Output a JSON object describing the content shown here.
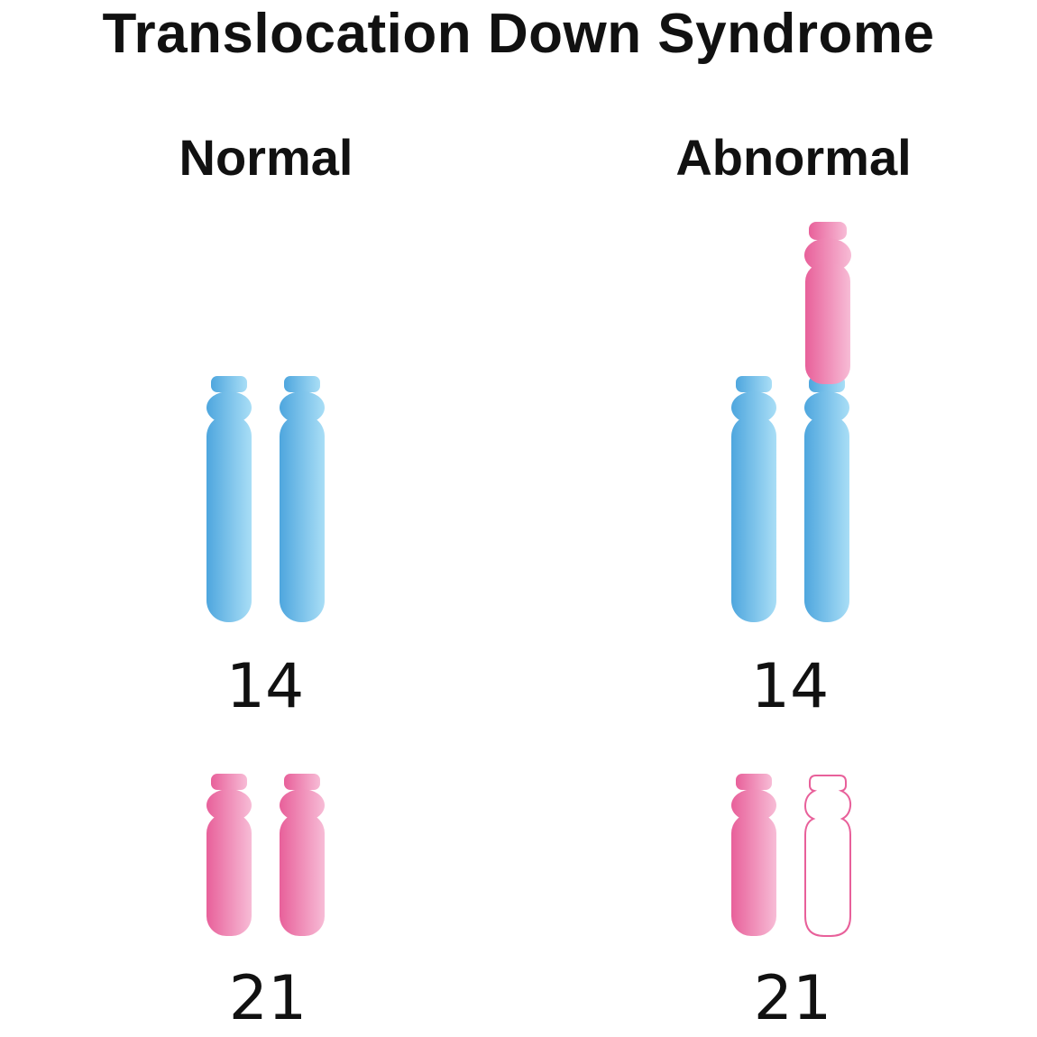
{
  "title": "Translocation Down Syndrome",
  "columns": {
    "normal": {
      "heading": "Normal",
      "label_14": "14",
      "label_21": "21"
    },
    "abnormal": {
      "heading": "Abnormal",
      "label_14": "14",
      "label_21": "21"
    }
  },
  "colors": {
    "chromosome_14": "#5aaee0",
    "chromosome_14_light": "#a8dcf5",
    "chromosome_21": "#e8609a",
    "chromosome_21_light": "#f6b6d2",
    "missing_outline": "#e8609a",
    "text": "#111111"
  }
}
